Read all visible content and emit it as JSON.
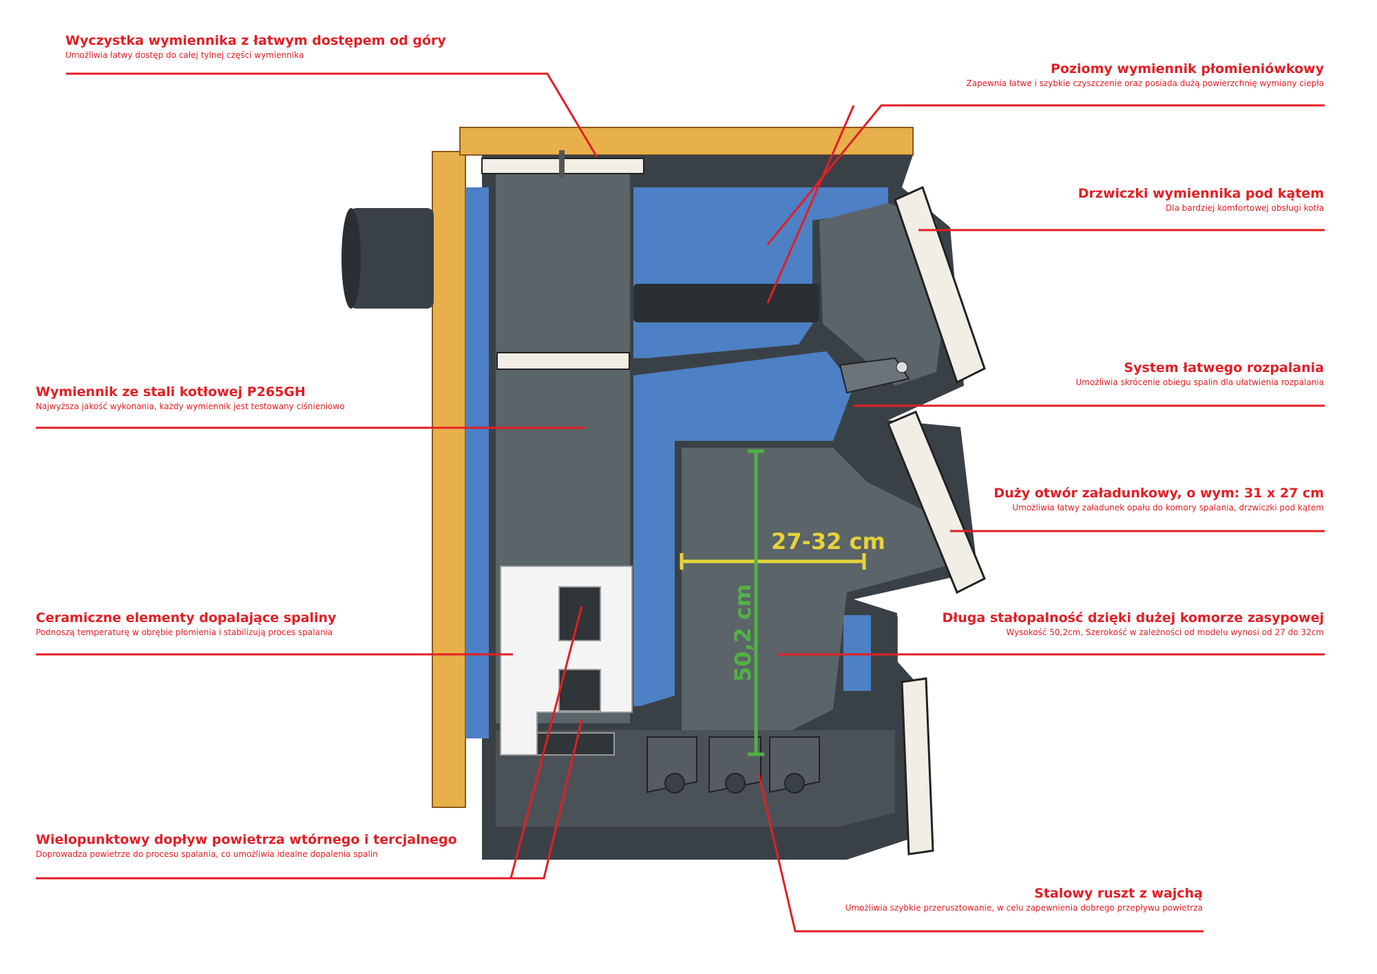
{
  "colors": {
    "accent": "#e31e24",
    "water_jacket": "#4d80c4",
    "steel": "#3a4146",
    "insulation": "#e8b04a",
    "ceramic": "#f4f4f4",
    "dimension_width": "#e6d33a",
    "dimension_height": "#52b146"
  },
  "callouts": [
    {
      "id": "top-cleaning",
      "title": "Wyczystka wymiennika z łatwym dostępem od góry",
      "subtitle": "Umożliwia łatwy dostęp do całej tylnej części wymiennika"
    },
    {
      "id": "fire-tube",
      "title": "Poziomy wymiennik płomieniówkowy",
      "subtitle": "Zapewnia łatwe i szybkie czyszczenie oraz posiada dużą powierzchnię wymiany ciepła"
    },
    {
      "id": "angled-door",
      "title": "Drzwiczki wymiennika pod kątem",
      "subtitle": "Dla bardziej komfortowej obsługi kotła"
    },
    {
      "id": "ignition",
      "title": "System łatwego rozpalania",
      "subtitle": "Umożliwia skrócenie obiegu spalin dla ułatwienia rozpalania"
    },
    {
      "id": "steel-exchanger",
      "title": "Wymiennik ze stali kotłowej P265GH",
      "subtitle": "Najwyższa jakość wykonania,  każdy wymiennik jest testowany ciśnieniowo"
    },
    {
      "id": "loading-opening",
      "title": "Duży otwór załadunkowy, o wym: 31 x 27 cm",
      "subtitle": "Umożliwia łatwy załadunek opału do komory spalania, drzwiczki pod kątem"
    },
    {
      "id": "ceramic",
      "title": "Ceramiczne elementy dopalające spaliny",
      "subtitle": "Podnoszą temperaturę w obrębie płomienia i stabilizują proces spalania"
    },
    {
      "id": "long-burn",
      "title": "Długa stałopalność dzięki dużej komorze zasypowej",
      "subtitle": "Wysokość 50,2cm, Szerokość w zależności od modelu wynosi od 27 do 32cm"
    },
    {
      "id": "air-supply",
      "title": "Wielopunktowy dopływ powietrza wtórnego i tercjalnego",
      "subtitle": "Doprowadza powietrze do procesu spalania, co umożliwia idealne dopalenia spalin"
    },
    {
      "id": "grate",
      "title": "Stalowy ruszt z wajchą",
      "subtitle": "Umożliwia szybkie przerusztowanie, w celu zapewnienia dobrego przepływu powietrza"
    }
  ],
  "dimensions": {
    "width_label": "27-32 cm",
    "height_label": "50,2 cm"
  }
}
